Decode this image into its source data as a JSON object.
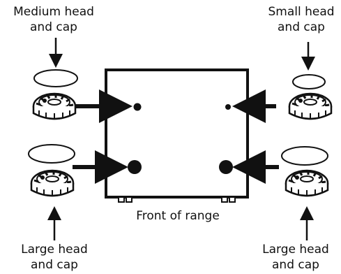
{
  "labels": {
    "medium_top_left": [
      "Medium head",
      "and cap"
    ],
    "small_top_right": [
      "Small head",
      "and cap"
    ],
    "large_bottom_left": [
      "Large head",
      "and cap"
    ],
    "large_bottom_right": [
      "Large head",
      "and cap"
    ],
    "front_of_range": "Front of range"
  },
  "colors": {
    "ink": "#111111",
    "paper": "#ffffff"
  },
  "icons": [
    "burner-head-icon",
    "burner-cap-icon",
    "arrow-icon",
    "burner-port-dot"
  ]
}
